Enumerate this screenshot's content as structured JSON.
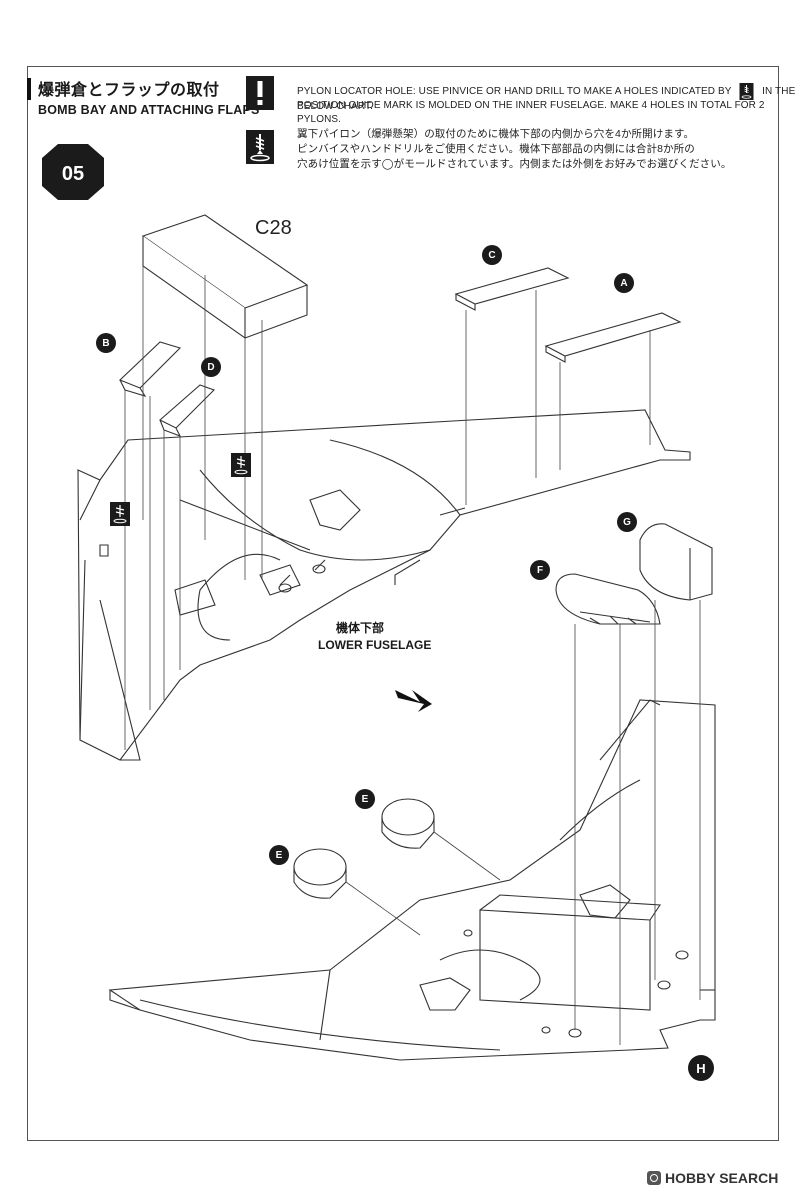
{
  "header": {
    "title_jp": "爆弾倉とフラップの取付",
    "title_en": "BOMB BAY AND ATTACHING FLAPS",
    "step_number": "05"
  },
  "notices": {
    "en_line1_a": "PYLON LOCATOR HOLE: USE PINVICE OR HAND DRILL TO MAKE A HOLES INDICATED BY",
    "en_line1_b": "IN THE BELOW CHART.",
    "en_line2": "POSITION GUIDE MARK IS MOLDED ON THE INNER FUSELAGE. MAKE 4 HOLES IN TOTAL FOR 2 PYLONS.",
    "jp_line1": "翼下パイロン（爆弾懸架）の取付のために機体下部の内側から穴を4か所開けます。",
    "jp_line2": "ピンバイスやハンドドリルをご使用ください。機体下部部品の内側には合計8か所の",
    "jp_line3": "穴あけ位置を示す◯がモールドされています。内側または外側をお好みでお選びください。",
    "warning_icon": "exclamation-warning-icon",
    "drill_icon": "drill-hole-icon"
  },
  "parts": {
    "c28": "C28",
    "A": "A",
    "B": "B",
    "C": "C",
    "D": "D",
    "E1": "E",
    "E2": "E",
    "F": "F",
    "G": "G",
    "H": "H"
  },
  "callout": {
    "jp": "機体下部",
    "en": "LOWER FUSELAGE"
  },
  "watermark": {
    "text": "HOBBY SEARCH"
  }
}
